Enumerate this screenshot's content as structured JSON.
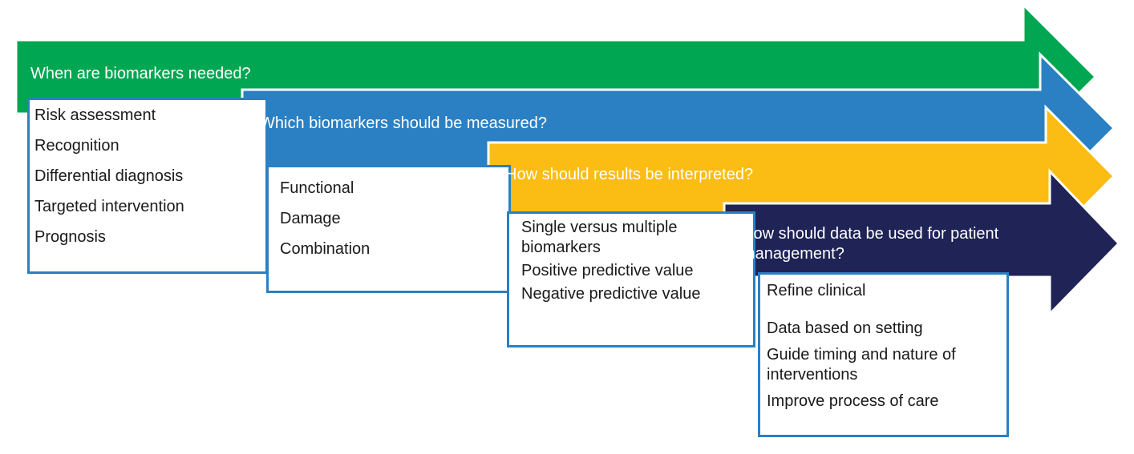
{
  "colors": {
    "step_1": "#00a651",
    "step_2": "#2a80c3",
    "step_3": "#fbbd14",
    "step_4": "#1f2356",
    "box_border": "#2a80c3"
  },
  "steps": [
    {
      "title": "When are biomarkers needed?",
      "items": [
        "Risk assessment",
        "Recognition",
        "Differential diagnosis",
        "Targeted intervention",
        "Prognosis"
      ]
    },
    {
      "title": "Which biomarkers should be measured?",
      "items": [
        "Functional",
        "Damage",
        "Combination"
      ]
    },
    {
      "title": "How should results be interpreted?",
      "items": [
        "Single versus multiple biomarkers",
        "Positive predictive value",
        "Negative predictive value"
      ]
    },
    {
      "title": "How should data be used for patient management?",
      "items": [
        "Refine clinical",
        "Data based on setting",
        "Guide timing and nature of interventions",
        "Improve process of care"
      ]
    }
  ]
}
